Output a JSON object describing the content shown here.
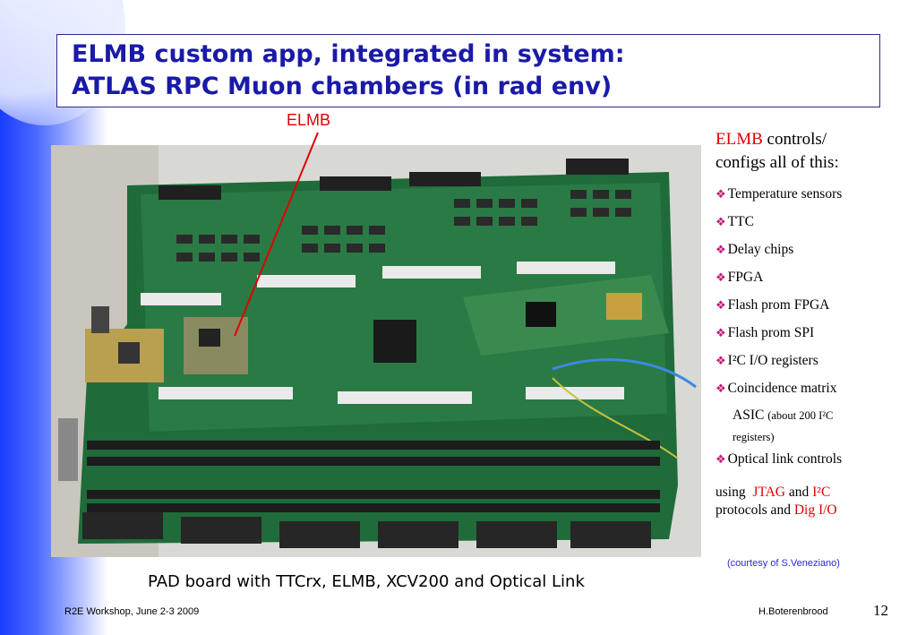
{
  "slide": {
    "title_line1": "ELMB custom app, integrated in system:",
    "title_line2": "ATLAS RPC Muon chambers (in rad env)",
    "title_color": "#1a1aa8",
    "accent_color": "#e00000"
  },
  "photo": {
    "callout_label": "ELMB",
    "caption": "PAD board with TTCrx, ELMB, XCV200 and Optical Link"
  },
  "panel": {
    "intro_red": "ELMB",
    "intro_rest1": "controls/",
    "intro_rest2": "configs all of this:",
    "bullets": [
      "Temperature sensors",
      "TTC",
      "Delay chips",
      "FPGA",
      "Flash prom FPGA",
      "Flash prom SPI",
      "I²C I/O registers",
      "Coincidence matrix"
    ],
    "asic_line": "ASIC",
    "asic_note": "(about 200 I²C",
    "asic_note2": "registers)",
    "last_bullet": "Optical link controls",
    "using": "using",
    "jtag": "JTAG",
    "and": "and",
    "i2c": "I²C",
    "protocols_and": "protocols and",
    "dig_io": "Dig I/O"
  },
  "courtesy": "(courtesy of S.Veneziano)",
  "footer": {
    "left": "R2E Workshop, June 2-3 2009",
    "author": "H.Boterenbrood",
    "page": "12"
  }
}
